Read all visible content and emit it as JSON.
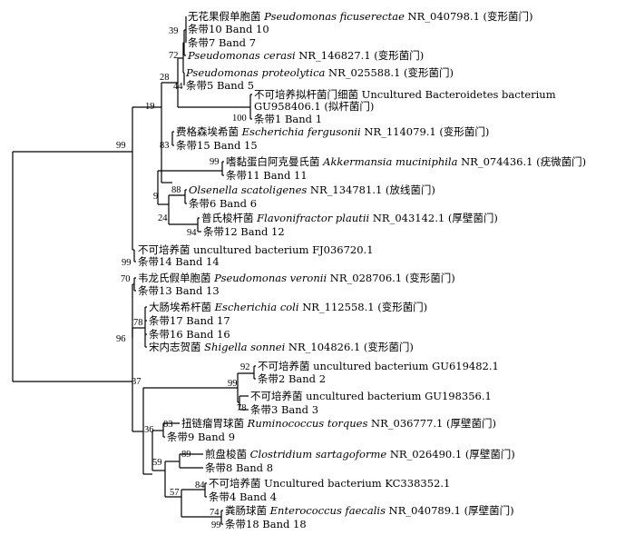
{
  "taxa": {
    "t1": {
      "label": "无花果假单胞菌 ",
      "species": "Pseudomonas ficuserectae",
      "rest": " NR_040798.1 (变形菌门)"
    },
    "t2": {
      "label": "条带10 Band 10"
    },
    "t3": {
      "label": "条带7 Band 7"
    },
    "t4": {
      "label": "",
      "species": "Pseudomonas cerasi",
      "rest": " NR_146827.1 (变形菌门)"
    },
    "t5": {
      "label": "",
      "species": "Pseudomonas proteolytica",
      "rest": " NR_025588.1 (变形菌门)"
    },
    "t6": {
      "label": "条带5 Band 5"
    },
    "t7": {
      "label": "不可培养拟杆菌门细菌  Uncultured Bacteroidetes bacterium"
    },
    "t7b": {
      "label": "GU958406.1 (拟杆菌门)"
    },
    "t8": {
      "label": "条带1 Band 1"
    },
    "t9": {
      "label": "费格森埃希菌  ",
      "species": "Escherichia fergusonii",
      "rest": " NR_114079.1 (变形菌门)"
    },
    "t10": {
      "label": "条带15 Band 15"
    },
    "t11": {
      "label": "嗜黏蛋白阿克曼氏菌  ",
      "species": "Akkermansia muciniphila",
      "rest": " NR_074436.1 (疣微菌门)"
    },
    "t12": {
      "label": "条带11 Band 11"
    },
    "t13": {
      "label": "",
      "species": "Olsenella scatoligenes",
      "rest": " NR_134781.1 (放线菌门)"
    },
    "t14": {
      "label": "条带6 Band 6"
    },
    "t15": {
      "label": "普氏梭杆菌  ",
      "species": "Flavonifractor plautii",
      "rest": " NR_043142.1 (厚壁菌门)"
    },
    "t16": {
      "label": "条带12 Band 12"
    },
    "t17": {
      "label": "不可培养菌  uncultured bacterium FJ036720.1"
    },
    "t18": {
      "label": "条带14 Band 14"
    },
    "t19": {
      "label": "韦龙氏假单胞菌  ",
      "species": "Pseudomonas veronii",
      "rest": "  NR_028706.1 (变形菌门)"
    },
    "t20": {
      "label": "条带13 Band 13"
    },
    "t21": {
      "label": "大肠埃希杆菌  ",
      "species": "Escherichia coli",
      "rest": "  NR_112558.1 (变形菌门)"
    },
    "t22": {
      "label": "条带17 Band 17"
    },
    "t23": {
      "label": "条带16 Band 16"
    },
    "t24": {
      "label": "宋内志贺菌  ",
      "species": "Shigella sonnei",
      "rest": "  NR_104826.1 (变形菌门)"
    },
    "t25": {
      "label": "不可培养菌  uncultured bacterium GU619482.1"
    },
    "t26": {
      "label": "条带2 Band 2"
    },
    "t27": {
      "label": "不可培养菌  uncultured bacterium GU198356.1"
    },
    "t28": {
      "label": "条带3 Band 3"
    },
    "t29": {
      "label": "扭链瘤胃球菌  ",
      "species": "Ruminococcus torques",
      "rest": " NR_036777.1 (厚壁菌门)"
    },
    "t30": {
      "label": "条带9 Band 9"
    },
    "t31": {
      "label": "煎盘梭菌  ",
      "species": "Clostridium sartagoforme",
      "rest": " NR_026490.1 (厚壁菌门)"
    },
    "t32": {
      "label": "条带8 Band 8"
    },
    "t33": {
      "label": "不可培养菌  Uncultured bacterium KC338352.1"
    },
    "t34": {
      "label": "条带4 Band 4"
    },
    "t35": {
      "label": "粪肠球菌  ",
      "species": "Enterococcus faecalis",
      "rest": " NR_040789.1 (厚壁菌门)"
    },
    "t36": {
      "label": "条带18 Band 18"
    }
  },
  "bootstrap": {
    "n39": "39",
    "n72": "72",
    "n28": "28",
    "n44": "44",
    "n19": "19",
    "n100": "100",
    "n99a": "99",
    "n83a": "83",
    "n99b": "99",
    "n9": "9",
    "n88": "88",
    "n24": "24",
    "n94": "94",
    "n99c": "99",
    "n70": "70",
    "n96": "96",
    "n78a": "78",
    "n37": "37",
    "n92": "92",
    "n99d": "99",
    "n78b": "78",
    "n36": "36",
    "n83b": "83",
    "n59": "59",
    "n89": "89",
    "n57": "57",
    "n84": "84",
    "n74": "74",
    "n99e": "99"
  }
}
